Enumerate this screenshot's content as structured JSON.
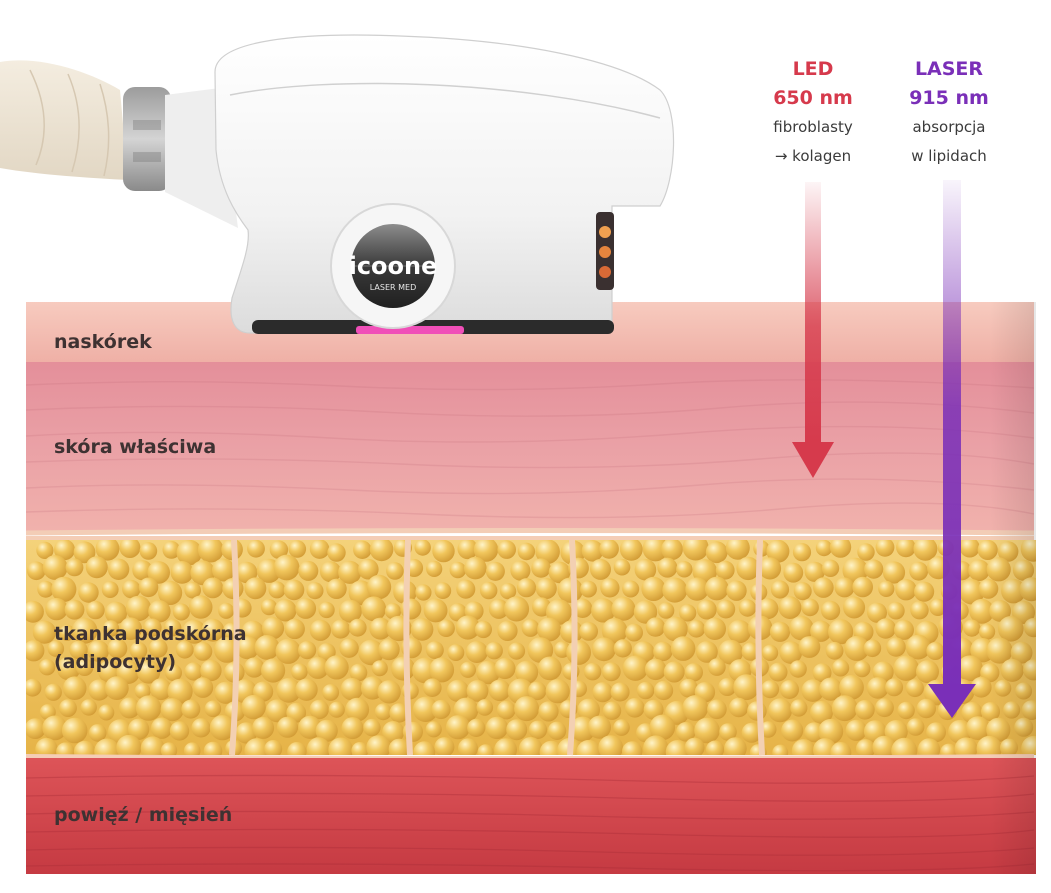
{
  "device": {
    "logo_text": "icoone",
    "logo_subtext": "LASER MED"
  },
  "legend": {
    "led": {
      "name": "LED",
      "wavelength": "650 nm",
      "effect_line1": "fibroblasty",
      "effect_line2": "→ kolagen",
      "color": "#d63a4c"
    },
    "laser": {
      "name": "LASER",
      "wavelength": "915 nm",
      "effect_line1": "absorpcja",
      "effect_line2": "w lipidach",
      "color": "#7a2fb8"
    }
  },
  "layers": {
    "epidermis": {
      "label": "naskórek",
      "color": "#f2b3a8"
    },
    "dermis": {
      "label": "skóra właściwa",
      "color": "#e79aa0"
    },
    "subcutis": {
      "label": "tkanka podskórna",
      "label_line2": "(adipocyty)",
      "color": "#f0c55a"
    },
    "muscle": {
      "label": "powięź / mięsień",
      "color": "#d4444a"
    }
  }
}
